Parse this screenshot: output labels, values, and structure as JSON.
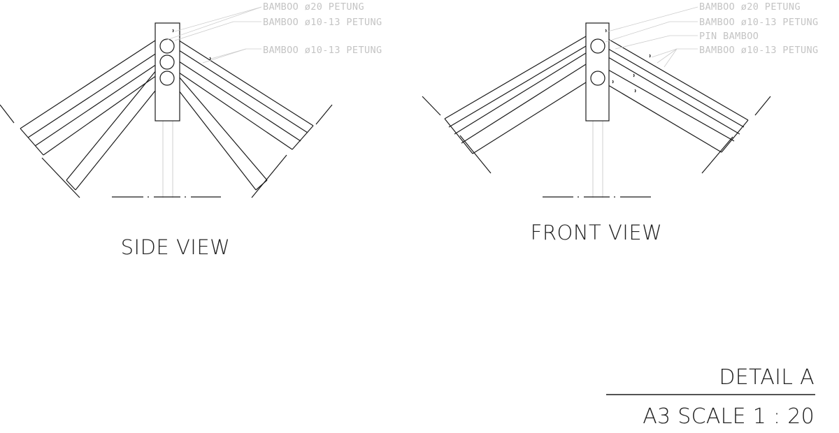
{
  "side_view": {
    "title": "SIDE VIEW",
    "annotations": [
      "BAMBOO ø20 PETUNG",
      "BAMBOO ø10-13 PETUNG",
      "BAMBOO ø10-13 PETUNG"
    ]
  },
  "front_view": {
    "title": "FRONT VIEW",
    "annotations": [
      "BAMBOO ø20 PETUNG",
      "BAMBOO ø10-13 PETUNG",
      "PIN BAMBOO",
      "BAMBOO ø10-13 PETUNG"
    ]
  },
  "title_block": {
    "detail": "DETAIL A",
    "scale": "A3 SCALE 1 : 20"
  },
  "colors": {
    "ink": "#1a1a1a",
    "annotation": "#c4c4c4"
  }
}
